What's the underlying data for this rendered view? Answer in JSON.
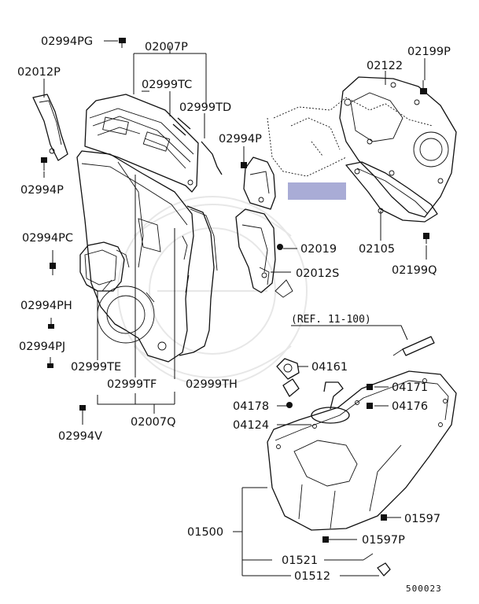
{
  "labels": {
    "p02994PG": "02994PG",
    "p02007P": "02007P",
    "p02012P": "02012P",
    "p02999TC": "02999TC",
    "p02999TD": "02999TD",
    "p02199P": "02199P",
    "p02122": "02122",
    "p02994P_a": "02994P",
    "p02994P_b": "02994P",
    "p02994PC": "02994PC",
    "p02019": "02019",
    "p02105": "02105",
    "p02012S": "02012S",
    "p02199Q": "02199Q",
    "p02994PH": "02994PH",
    "p02994PJ": "02994PJ",
    "ref": "(REF. 11-100)",
    "p04161": "04161",
    "p02999TE": "02999TE",
    "p04171": "04171",
    "p02999TF": "02999TF",
    "p02999TH": "02999TH",
    "p04178": "04178",
    "p04176": "04176",
    "p02007Q": "02007Q",
    "p04124": "04124",
    "p02994V": "02994V",
    "p01597": "01597",
    "p01500": "01500",
    "p01597P": "01597P",
    "p01521": "01521",
    "p01512": "01512",
    "diagram_code": "500023"
  },
  "highlight_color": "#a9acd6"
}
